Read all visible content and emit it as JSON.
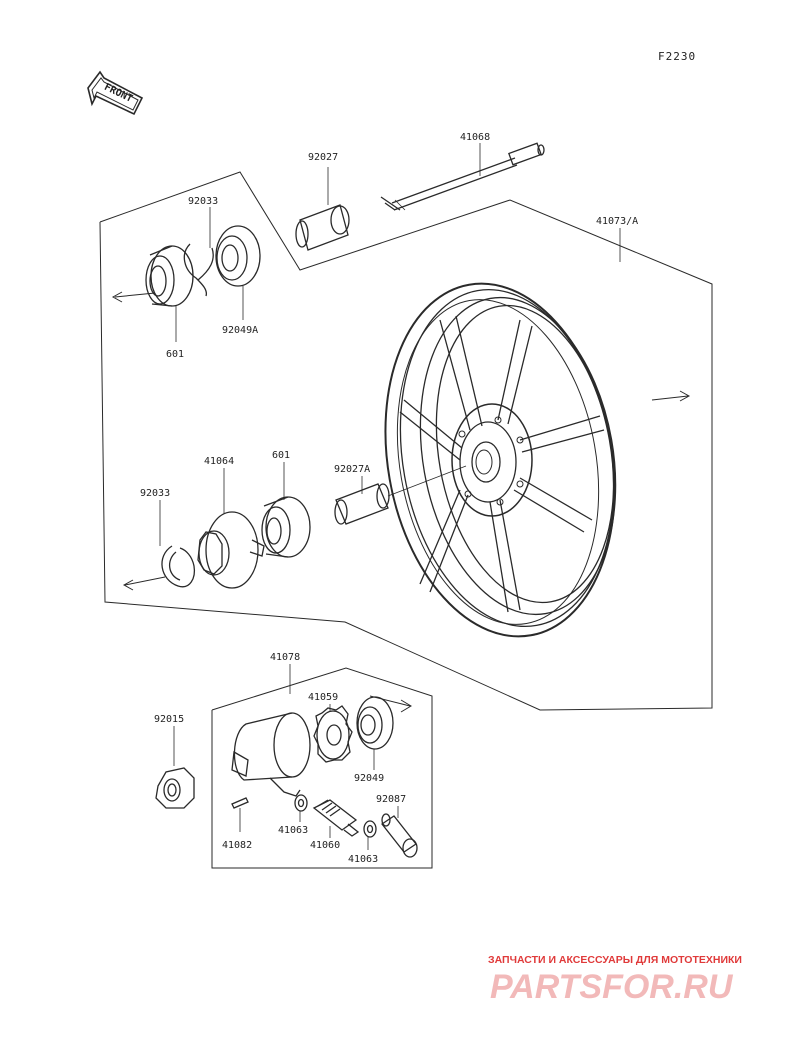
{
  "figure_id": "F2230",
  "front_label": "FRONT",
  "parts": {
    "p41068": "41068",
    "p92027": "92027",
    "p92033_top": "92033",
    "p41073A": "41073/A",
    "p601_top": "601",
    "p92049A": "92049A",
    "p41064": "41064",
    "p601_mid": "601",
    "p92033_mid": "92033",
    "p92027A": "92027A",
    "p41078": "41078",
    "p41059": "41059",
    "p92015": "92015",
    "p92049": "92049",
    "p92087": "92087",
    "p41063_a": "41063",
    "p41082": "41082",
    "p41060": "41060",
    "p41063_b": "41063"
  },
  "watermark": {
    "caption": "ЗАПЧАСТИ И АКСЕССУАРЫ ДЛЯ МОТОТЕХНИКИ",
    "logo": "PARTSFOR.RU"
  },
  "colors": {
    "ink": "#2a2a2a",
    "watermark_caption": "#e03a3a",
    "watermark_logo": "#f2b9b9"
  }
}
